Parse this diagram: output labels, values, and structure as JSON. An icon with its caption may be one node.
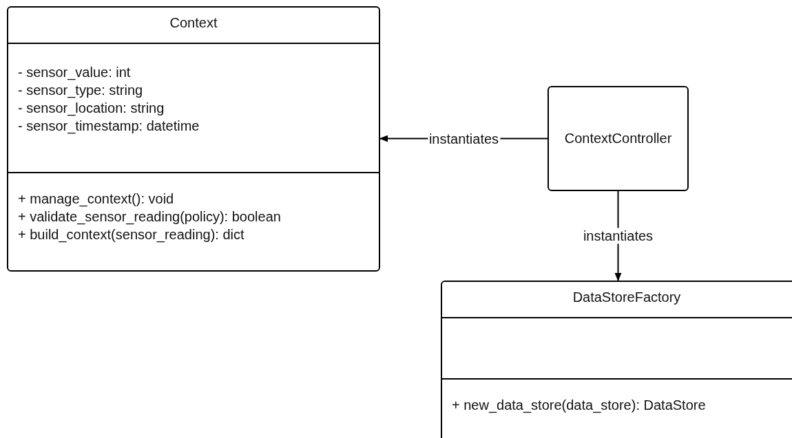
{
  "diagram": {
    "nodes": [
      {
        "text": [
          "Context"
        ]
      },
      {
        "text": [
          "- sensor_value: int",
          "- sensor_type: string",
          "- sensor_location: string",
          "- sensor_timestamp: datetime"
        ],
        "in": 0
      },
      {
        "text": [
          "+ manage_context(): void",
          "+ validate_sensor_reading(policy): boolean",
          "+ build_context(sensor_reading): dict"
        ],
        "in": 0
      },
      {
        "text": [
          "ContextController"
        ]
      },
      {
        "text": [
          "DataStoreFactory"
        ]
      },
      {
        "text": [],
        "shape": "box",
        "in": 4
      },
      {
        "text": [
          "+ new_data_store(data_store): DataStore"
        ],
        "in": 4
      }
    ],
    "edges": [
      {
        "from": 3,
        "to": 0,
        "arrow": "to",
        "label": "instantiates"
      },
      {
        "from": 3,
        "to": 4,
        "arrow": "to",
        "label": "instantiates"
      }
    ]
  }
}
